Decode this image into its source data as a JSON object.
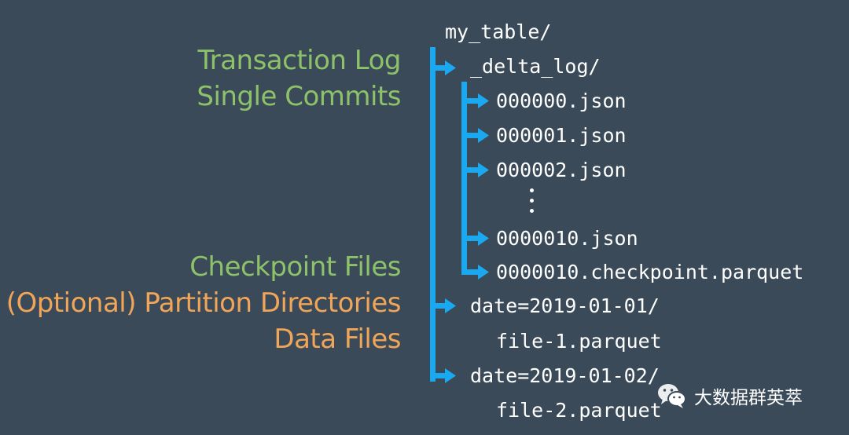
{
  "labels": {
    "transaction_log": "Transaction Log",
    "single_commits": "Single Commits",
    "checkpoint_files": "Checkpoint Files",
    "partition_directories": "(Optional) Partition Directories",
    "data_files": "Data Files"
  },
  "tree": {
    "root": "my_table/",
    "delta_log": "_delta_log/",
    "commits": [
      "000000.json",
      "000001.json",
      "000002.json"
    ],
    "ellipsis": "⋮",
    "commit_10": "0000010.json",
    "checkpoint": "0000010.checkpoint.parquet",
    "partitions": [
      {
        "dir": "date=2019-01-01/",
        "file": "file-1.parquet"
      },
      {
        "dir": "date=2019-01-02/",
        "file": "file-2.parquet"
      }
    ]
  },
  "watermark": {
    "icon": "wechat-icon",
    "text": "大数据群英萃"
  },
  "colors": {
    "background": "#3a4a58",
    "tree_lines": "#1aa9f0",
    "green_labels": "#8dc26a",
    "orange_labels": "#f0a559",
    "text": "#ffffff"
  }
}
